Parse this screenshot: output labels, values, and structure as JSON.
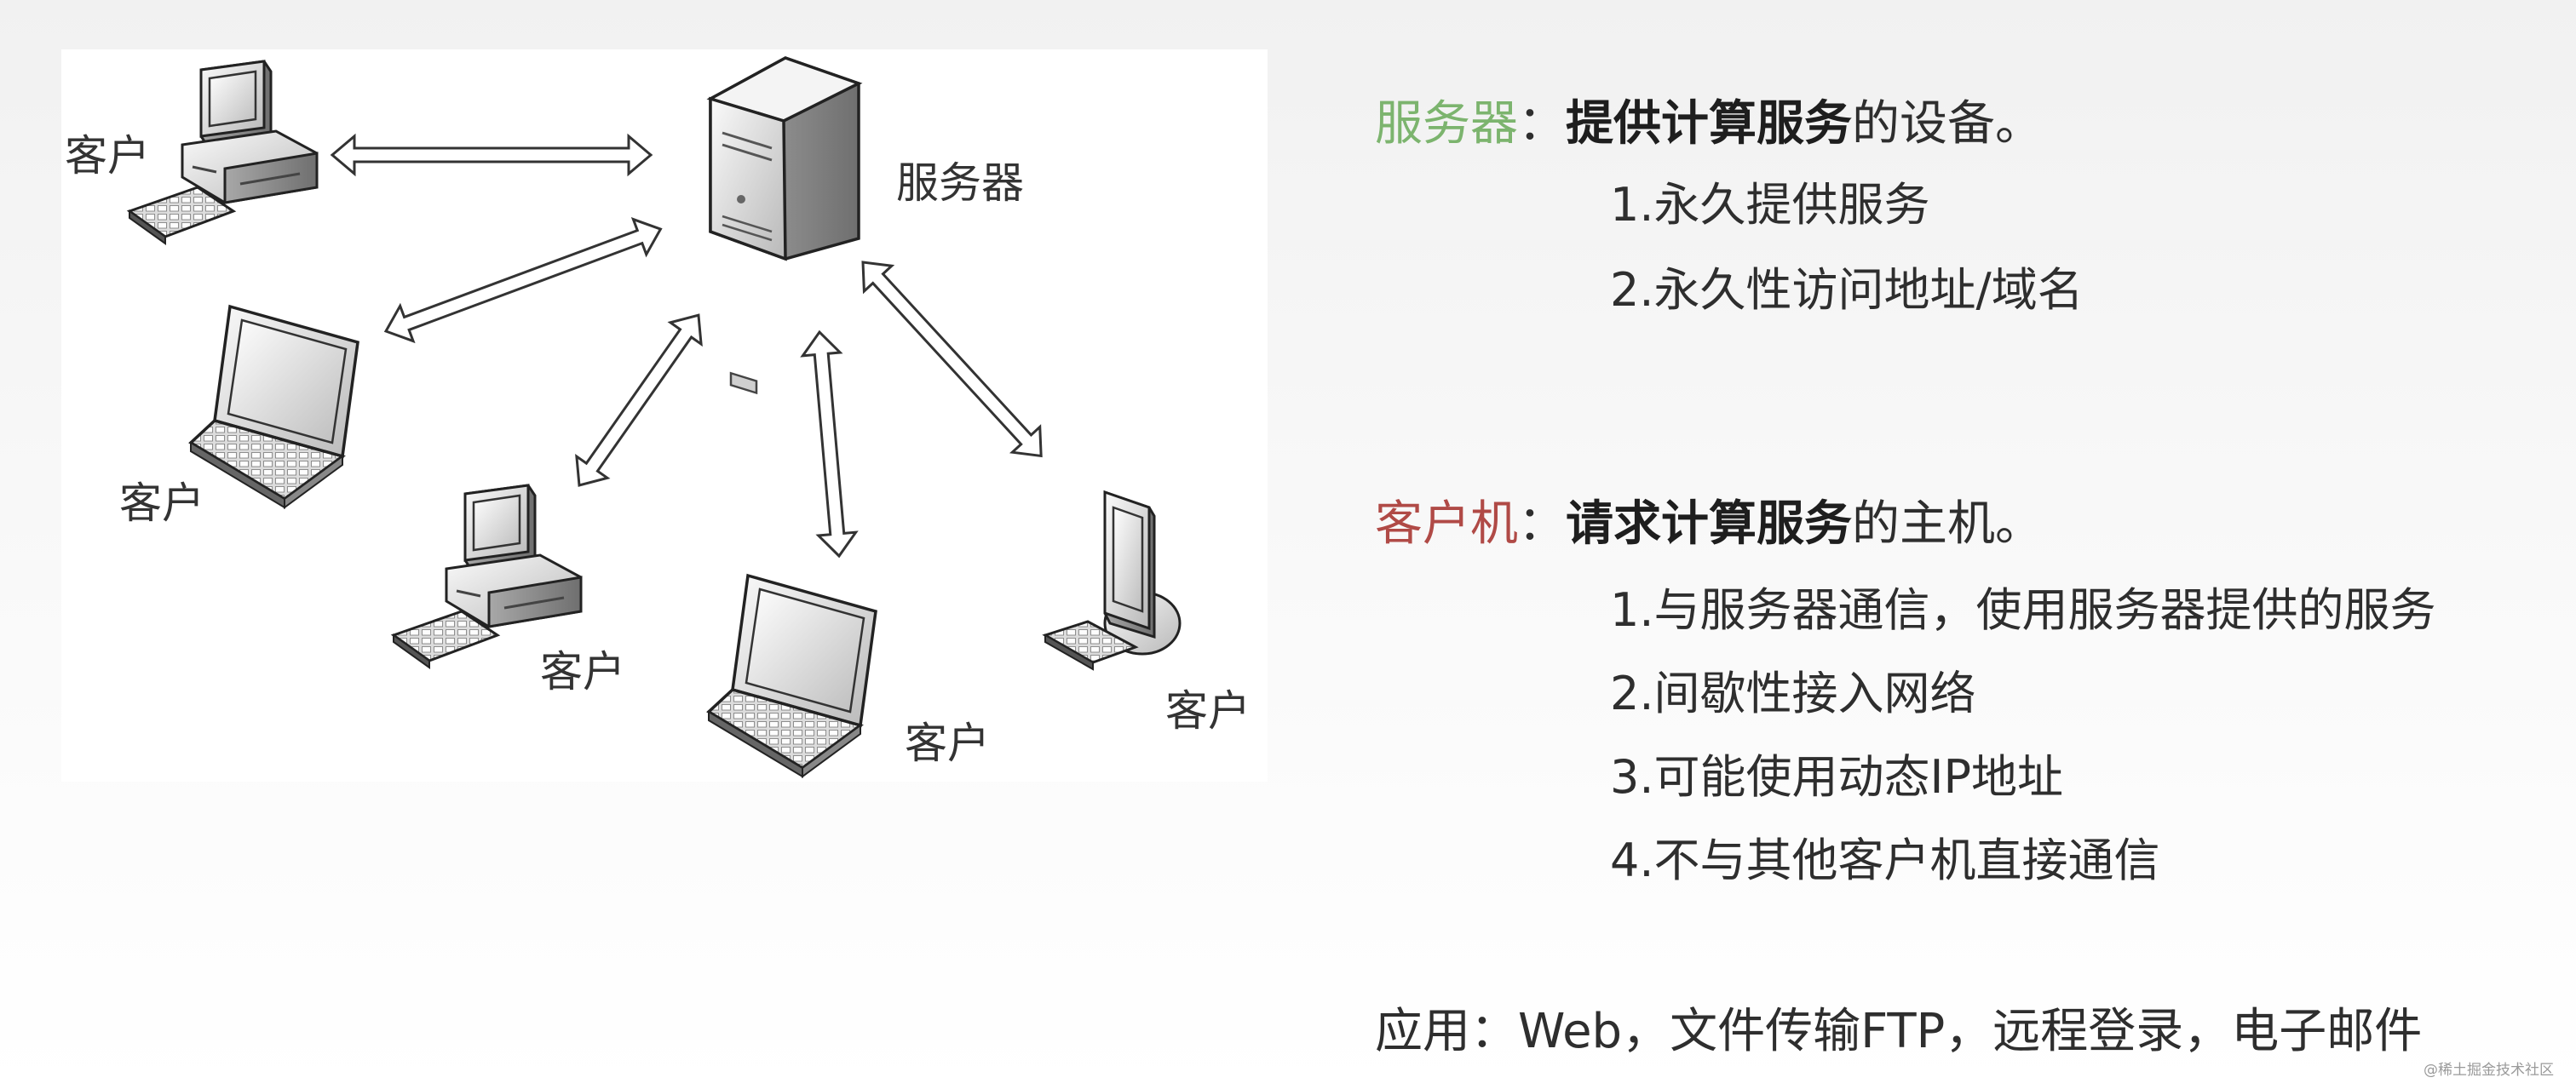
{
  "diagram": {
    "server_label": "服务器",
    "client_label": "客户"
  },
  "server_section": {
    "term": "服务器",
    "colon": "：",
    "bold": "提供计算服务",
    "rest": "的设备。",
    "items": [
      "1.永久提供服务",
      "2.永久性访问地址/域名"
    ]
  },
  "client_section": {
    "term": "客户机",
    "colon": "：",
    "bold": "请求计算服务",
    "rest": "的主机。",
    "items": [
      "1.与服务器通信，使用服务器提供的服务",
      "2.间歇性接入网络",
      "3.可能使用动态IP地址",
      "4.不与其他客户机直接通信"
    ]
  },
  "applications": "应用：Web，文件传输FTP，远程登录，电子邮件",
  "watermark": "@稀土掘金技术社区",
  "colors": {
    "server_term": "#7cb46e",
    "client_term": "#b04a46"
  }
}
